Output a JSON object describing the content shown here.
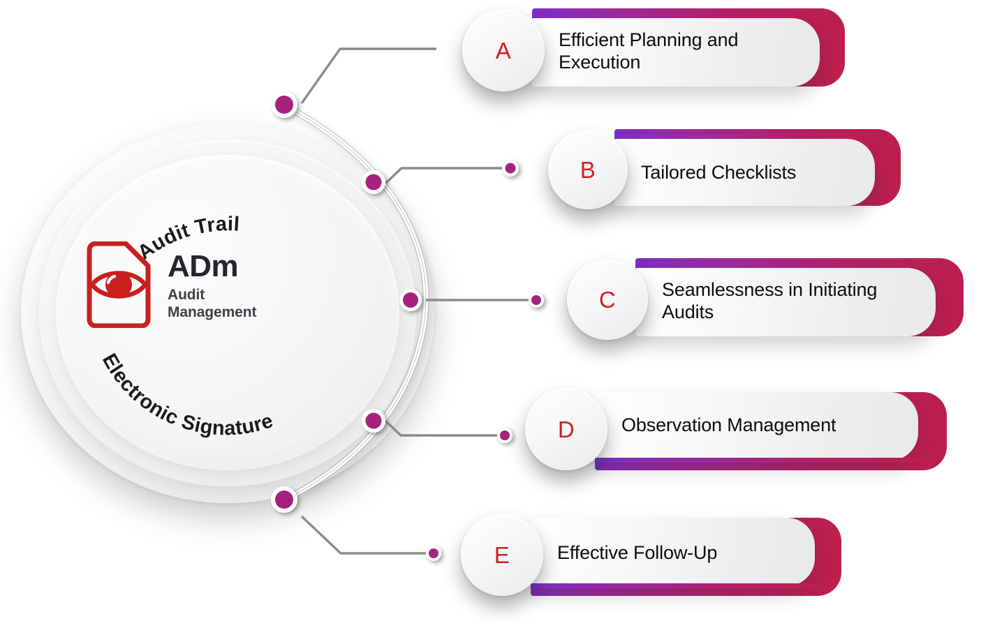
{
  "hub": {
    "brand": "ADm",
    "brand_sub_line1": "Audit",
    "brand_sub_line2": "Management",
    "arc_top_label": "Audit Trail",
    "arc_bottom_label": "Electronic Signature",
    "logo_icon": "document-eye-icon",
    "logo_color": "#C8201F"
  },
  "colors": {
    "accent_purple": "#7B2EC6",
    "accent_magenta": "#B32065",
    "accent_crimson": "#BD1F4A",
    "node_fill": "#A6217E",
    "badge_letter": "#CF2020",
    "connector_line": "#8C8C8C"
  },
  "cards": [
    {
      "key": "A",
      "badge": "A",
      "title_line1": "Efficient Planning and",
      "title_line2": "Execution",
      "accent_position": "top"
    },
    {
      "key": "B",
      "badge": "B",
      "title_line1": "Tailored Checklists",
      "title_line2": "",
      "accent_position": "top"
    },
    {
      "key": "C",
      "badge": "C",
      "title_line1": "Seamlessness in Initiating",
      "title_line2": "Audits",
      "accent_position": "top"
    },
    {
      "key": "D",
      "badge": "D",
      "title_line1": "Observation Management",
      "title_line2": "",
      "accent_position": "bottom"
    },
    {
      "key": "E",
      "badge": "E",
      "title_line1": "Effective Follow-Up",
      "title_line2": "",
      "accent_position": "bottom"
    }
  ]
}
